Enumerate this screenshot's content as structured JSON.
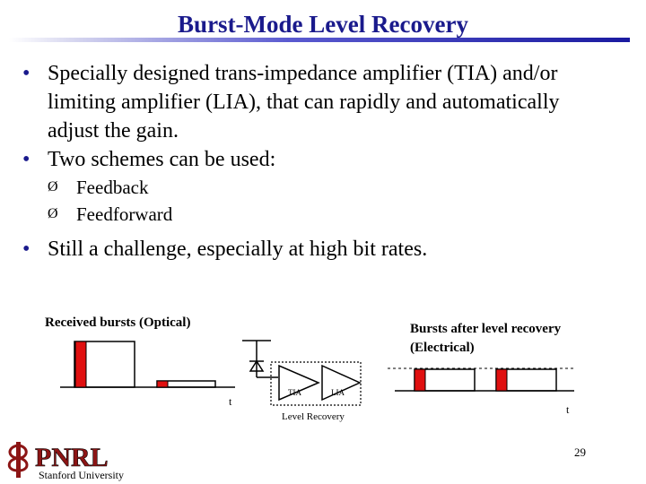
{
  "slide": {
    "title": "Burst-Mode Level Recovery",
    "bullets": [
      {
        "text": "Specially designed trans-impedance amplifier (TIA) and/or limiting amplifier (LIA), that can rapidly and automatically adjust the gain."
      },
      {
        "text": "Two schemes can be used:",
        "sub": [
          "Feedback",
          "Feedforward"
        ]
      },
      {
        "text": "Still a challenge, especially at high bit rates."
      }
    ],
    "bullet_symbol": "•",
    "sub_bullet_symbol": "Ø",
    "page_number": "29"
  },
  "diagram": {
    "received_label": "Received bursts (Optical)",
    "after_label_line1": "Bursts after level recovery",
    "after_label_line2": "(Electrical)",
    "axis_t_left": "t",
    "axis_t_right": "t",
    "amp1_label": "TIA",
    "amp2_label": "LIA",
    "block_label": "Level Recovery",
    "colors": {
      "burst": "#e01010",
      "line": "#000000"
    }
  },
  "logo": {
    "text": "PNRL",
    "subtitle": "Stanford University",
    "color": "#8c1515"
  }
}
